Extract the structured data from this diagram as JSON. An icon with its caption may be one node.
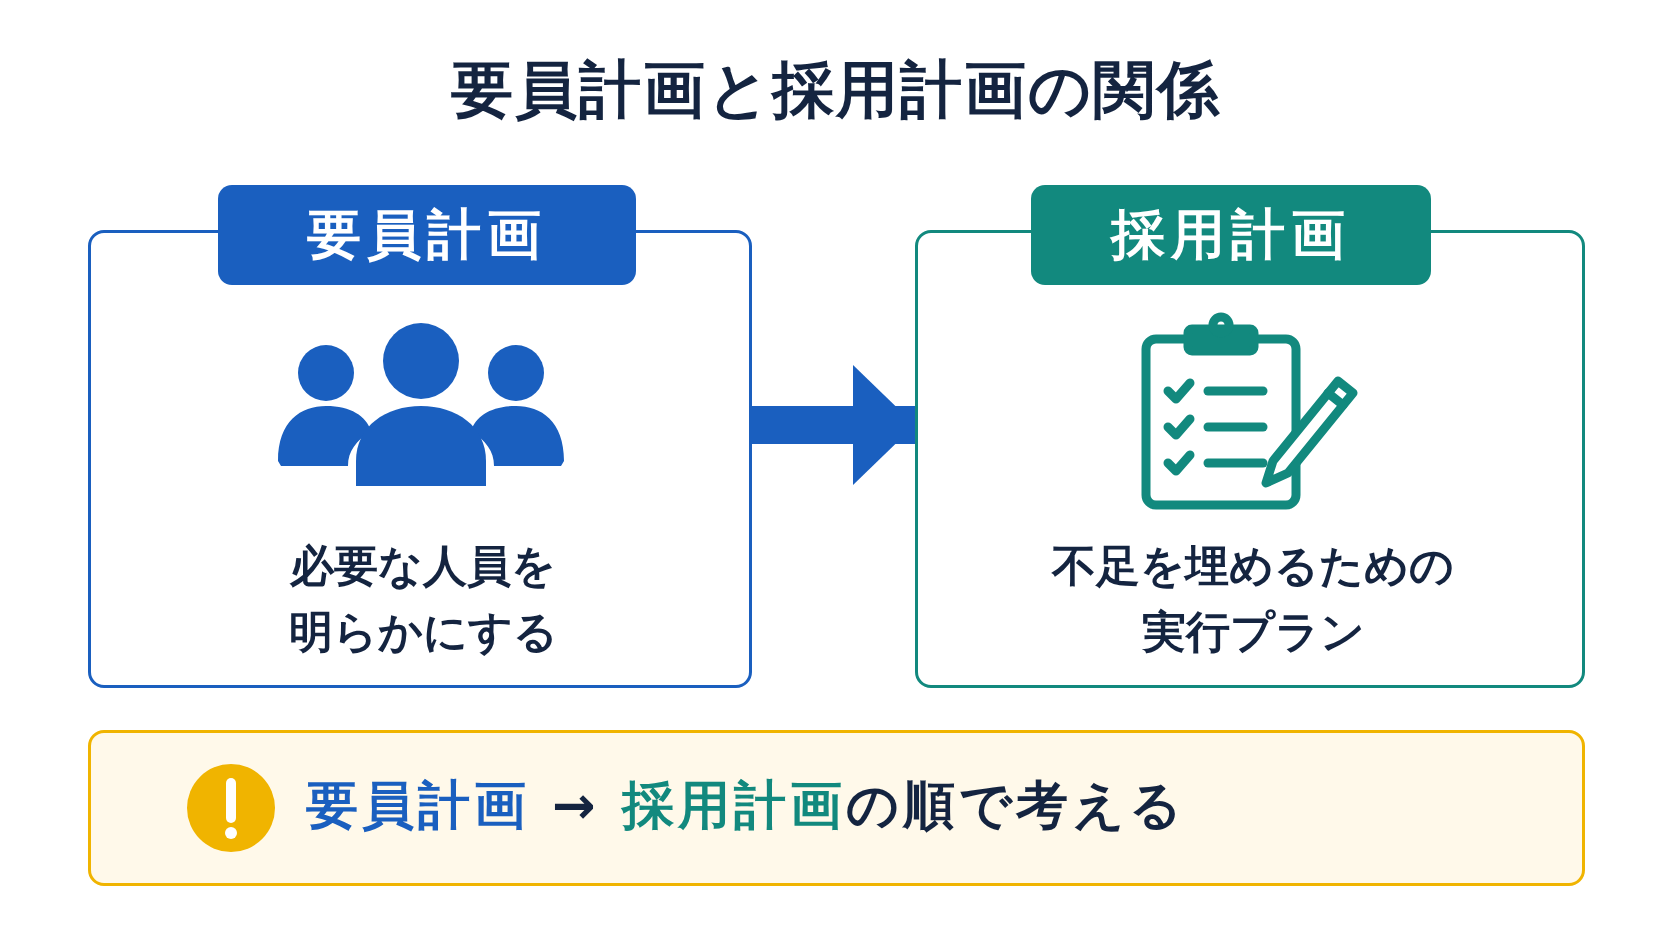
{
  "diagram": {
    "title": "要員計画と採用計画の関係",
    "nodes": [
      {
        "text": [
          "要員計画",
          "必要な人員を明らかにする"
        ]
      },
      {
        "text": [
          "採用計画",
          "不足を埋めるための実行プラン"
        ]
      },
      {
        "text": [
          "要員計画 → 採用計画の順で考える"
        ]
      }
    ],
    "edges": [
      {
        "from": 0,
        "to": 1,
        "arrow": "to"
      }
    ]
  }
}
